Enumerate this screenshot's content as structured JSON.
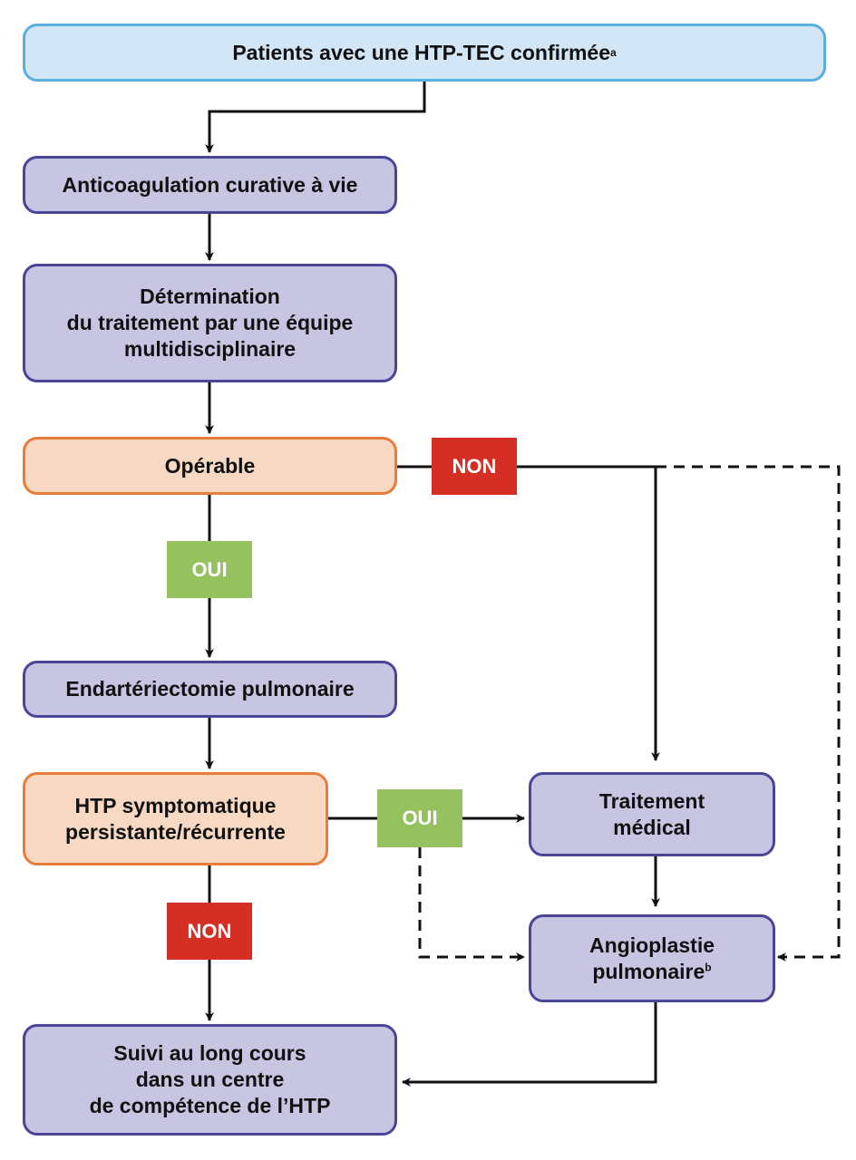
{
  "nodes": {
    "start": {
      "text": "Patients avec une HTP-TEC confirmée",
      "sup": "a"
    },
    "anticoag": {
      "text": "Anticoagulation curative à vie"
    },
    "determination": {
      "text": "Détermination\ndu traitement par une équipe\nmultidisciplinaire"
    },
    "operable": {
      "text": "Opérable"
    },
    "endarteriectomie": {
      "text": "Endartériectomie pulmonaire"
    },
    "htp_persistante": {
      "text": "HTP symptomatique\npersistante/récurrente"
    },
    "traitement_medical": {
      "text": "Traitement\nmédical"
    },
    "angioplastie": {
      "text": "Angioplastie\npulmonaire",
      "sup": "b"
    },
    "suivi": {
      "text": "Suivi au long cours\ndans un centre\nde compétence de l’HTP"
    }
  },
  "tags": {
    "non_operable": "NON",
    "oui_operable": "OUI",
    "oui_persistante": "OUI",
    "non_persistante": "NON"
  },
  "colors": {
    "purple_fill": "#c8c5e3",
    "purple_border": "#4b4597",
    "orange_fill": "#f7d8c2",
    "orange_border": "#e77c3b",
    "blue_fill": "#d3e6f6",
    "blue_border": "#5aaee0",
    "tag_green": "#95c15e",
    "tag_red": "#d42e25"
  }
}
